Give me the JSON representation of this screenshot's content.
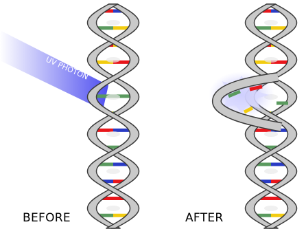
{
  "labels": {
    "before": "BEFORE",
    "after": "AFTER",
    "photon": "UV PHOTON"
  },
  "colors": {
    "background": "#ffffff",
    "backbone_fill": "#c9c9c9",
    "backbone_stroke": "#3a3a3a",
    "base_red": "#e8161b",
    "base_blue": "#2a3bc4",
    "base_green": "#5a9a5e",
    "base_yellow": "#f2cc10",
    "photon_beam": "#4f4ff0",
    "photon_text": "#ffffff",
    "burst": "#c9c9ff"
  },
  "helices": [
    {
      "name": "before",
      "rungs": [
        [
          "red",
          "blue"
        ],
        [
          "green",
          "yellow"
        ],
        [
          "red",
          "yellow"
        ],
        [
          "yellow",
          "red"
        ],
        [
          "red",
          "green"
        ],
        [
          "green",
          "green"
        ],
        [
          "yellow",
          "green"
        ],
        [
          "red",
          "blue"
        ],
        [
          "green",
          "green"
        ],
        [
          "green",
          "blue"
        ],
        [
          "blue",
          "red"
        ],
        [
          "red",
          "red"
        ],
        [
          "green",
          "yellow"
        ]
      ]
    },
    {
      "name": "after",
      "rungs": [
        [
          "red",
          "blue"
        ],
        [
          "green",
          "yellow"
        ],
        [
          "red",
          "yellow"
        ],
        [
          "yellow",
          "red"
        ],
        [
          "red",
          "green"
        ],
        [
          "dimer",
          "dimer"
        ],
        [
          "yellow",
          "green"
        ],
        [
          "red",
          "blue"
        ],
        [
          "green",
          "green"
        ],
        [
          "green",
          "blue"
        ],
        [
          "blue",
          "red"
        ],
        [
          "red",
          "red"
        ],
        [
          "green",
          "yellow"
        ]
      ]
    }
  ],
  "lesion": {
    "description_free": true,
    "bases": [
      "green",
      "red",
      "yellow",
      "green"
    ]
  }
}
